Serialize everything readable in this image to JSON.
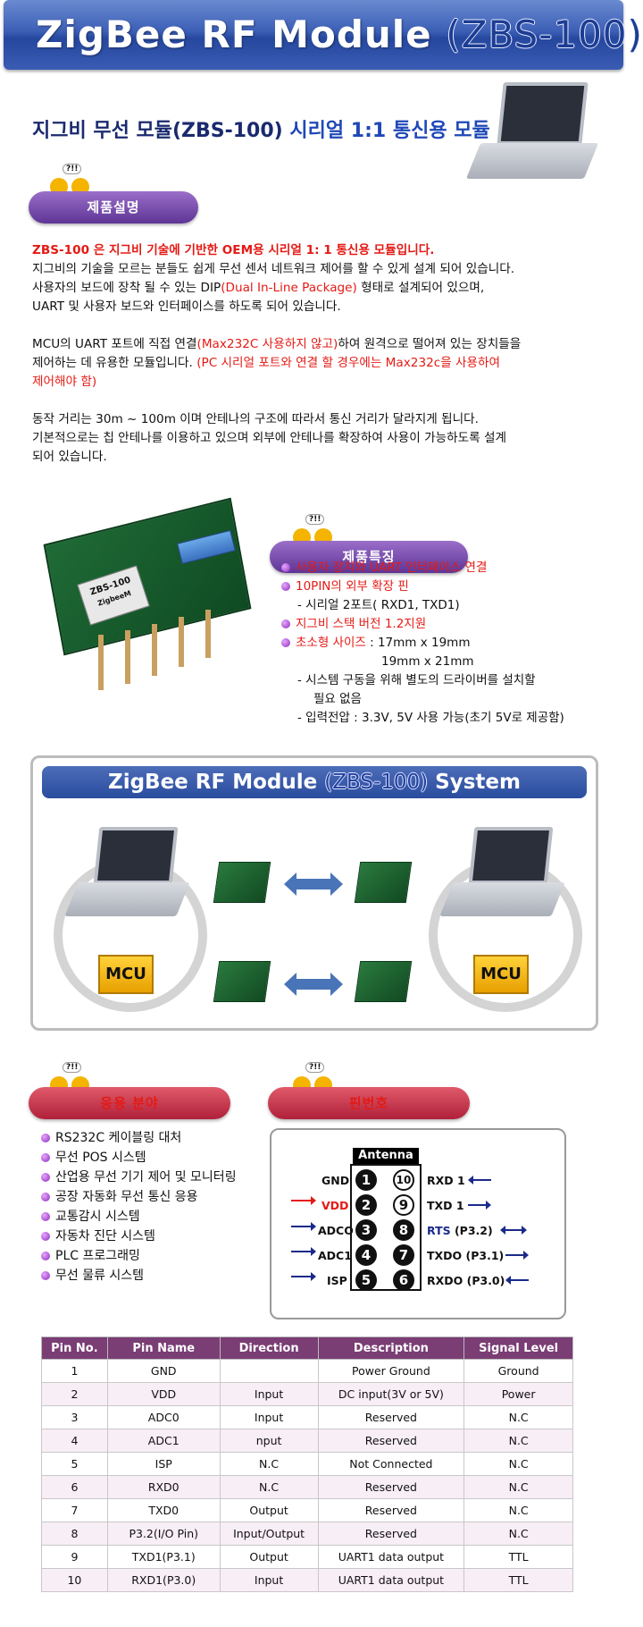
{
  "header": {
    "title": "ZigBee RF Module",
    "model": "(ZBS-100)"
  },
  "subtitle": {
    "main": "지그비 무선 모듈(ZBS-100)",
    "rest": " 시리얼 1:1 통신용 모듈"
  },
  "sections": {
    "description": "제품설명",
    "features": "제품특징",
    "applications": "응용 분야",
    "pinout": "핀번호",
    "bubble": "?!!"
  },
  "description": {
    "line1": "ZBS-100 은  지그비 기술에 기반한 OEM용 시리얼 1: 1 통신용 모듈입니다.",
    "line2": "지그비의 기술을 모르는 분들도  쉽게 무선 센서 네트워크 제어를 할 수 있게 설계 되어 있습니다.",
    "line3a": "사용자의 보드에 장착 될 수 있는 DIP",
    "line3b": "(Dual In-Line Package)",
    "line3c": " 형태로 설계되어 있으며,",
    "line4": "UART 및 사용자 보드와 인터페이스를 하도록 되어 있습니다.",
    "line5a": "MCU의 UART 포트에 직접 연결",
    "line5b": "(Max232C 사용하지 않고)",
    "line5c": "하여 원격으로 떨어져 있는 장치들을",
    "line6a": "제어하는 데 유용한 모듈입니다. ",
    "line6b": "(PC 시리얼 포트와 연결 할 경우에는 Max232c을 사용하여",
    "line7": "제어해야 함)",
    "line8": "동작 거리는 30m ~ 100m 이며 안테나의 구조에 따라서 통신 거리가 달라지게 됩니다.",
    "line9": "기본적으로는 칩 안테나를 이용하고 있으며 외부에 안테나를 확장하여 사용이 가능하도록 설계",
    "line10": "되어 있습니다."
  },
  "module_labels": {
    "model": "ZBS-100",
    "brand": "ZigbeeM"
  },
  "features": {
    "f1": "사용자 장치와 UART 인터페이스 연결",
    "f2": "10PIN의 외부 확장 핀",
    "f2sub": "- 시리얼 2포트( RXD1, TXD1)",
    "f3": "지그비 스택 버전 1.2지원",
    "f4a": "초소형 사이즈",
    "f4b": " : 17mm x 19mm",
    "f4c": "19mm x 21mm",
    "f5a": "- 시스템 구동을 위해 별도의 드라이버를 설치할",
    "f5b": "필요 없음",
    "f6": "- 입력전압 : 3.3V, 5V 사용 가능(초기 5V로 제공함)"
  },
  "system": {
    "title": "ZigBee RF Module",
    "model": "(ZBS-100)",
    "suffix": " System",
    "mcu": "MCU"
  },
  "applications": [
    "RS232C 케이블링 대처",
    "무선 POS 시스템",
    "산업용 무선 기기 제어 및 모니터링",
    "공장 자동화 무선 통신 응용",
    "교통감시 시스템",
    "자동차 진단 시스템",
    "PLC 프로그래밍",
    "무선 물류 시스템"
  ],
  "pin_diagram": {
    "antenna": "Antenna",
    "left": [
      {
        "label": "GND",
        "num": "1"
      },
      {
        "label": "VDD",
        "num": "2"
      },
      {
        "label": "ADCO",
        "num": "3"
      },
      {
        "label": "ADC1",
        "num": "4"
      },
      {
        "label": "ISP",
        "num": "5"
      }
    ],
    "right": [
      {
        "label": "RXD 1",
        "num": "10"
      },
      {
        "label": "TXD 1",
        "num": "9"
      },
      {
        "label": "RTS",
        "extra": "(P3.2)",
        "num": "8"
      },
      {
        "label": "TXDO (P3.1)",
        "num": "7"
      },
      {
        "label": "RXDO (P3.0)",
        "num": "6"
      }
    ]
  },
  "pin_table": {
    "headers": [
      "Pin No.",
      "Pin Name",
      "Direction",
      "Description",
      "Signal Level"
    ],
    "rows": [
      [
        "1",
        "GND",
        "",
        "Power Ground",
        "Ground"
      ],
      [
        "2",
        "VDD",
        "Input",
        "DC input(3V or 5V)",
        "Power"
      ],
      [
        "3",
        "ADC0",
        "Input",
        "Reserved",
        "N.C"
      ],
      [
        "4",
        "ADC1",
        "nput",
        "Reserved",
        "N.C"
      ],
      [
        "5",
        "ISP",
        "N.C",
        "Not Connected",
        "N.C"
      ],
      [
        "6",
        "RXD0",
        "N.C",
        "Reserved",
        "N.C"
      ],
      [
        "7",
        "TXD0",
        "Output",
        "Reserved",
        "N.C"
      ],
      [
        "8",
        "P3.2(I/O Pin)",
        "Input/Output",
        "Reserved",
        "N.C"
      ],
      [
        "9",
        "TXD1(P3.1)",
        "Output",
        "UART1 data output",
        "TTL"
      ],
      [
        "10",
        "RXD1(P3.0)",
        "Input",
        "UART1 data output",
        "TTL"
      ]
    ]
  },
  "colors": {
    "banner": "#3c5fb6",
    "accent_red": "#e41a14",
    "pill_purple": "#5e3596",
    "pill_red": "#b0203a",
    "table_header": "#7a3d74"
  }
}
